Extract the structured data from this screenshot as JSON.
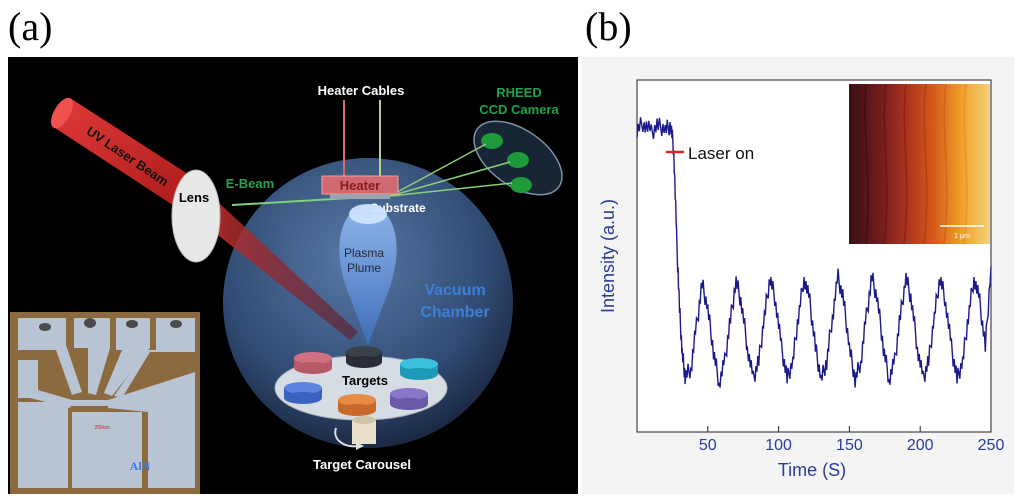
{
  "panel_a": {
    "letter": "(a)",
    "labels": {
      "heater_cables": "Heater Cables",
      "rheed_line1": "RHEED",
      "rheed_line2": "CCD Camera",
      "uv_laser_beam": "UV Laser Beam",
      "lens": "Lens",
      "e_beam": "E-Beam",
      "heater": "Heater",
      "substrate": "Substrate",
      "plasma_line1": "Plasma",
      "plasma_line2": "Plume",
      "vacuum_line1": "Vacuum",
      "vacuum_line2": "Chamber",
      "targets": "Targets",
      "target_carousel": "Target Carousel"
    },
    "inset": {
      "material_label": "AlN",
      "scale_text": "200nm"
    },
    "colors": {
      "background": "#000000",
      "chamber": "#3b5a85",
      "laser": "#d42a2a",
      "e_beam": "#2aa34a",
      "rheed_text": "#1fa34a",
      "vacuum_text": "#3d7fd6"
    }
  },
  "panel_b": {
    "letter": "(b)",
    "annotation": "Laser on",
    "inset_scale_text": "1 µm",
    "colors": {
      "line": "#1a1a8c",
      "axis_text": "#2a3c9a",
      "annotation_marker": "#e02020"
    }
  },
  "chart_data": {
    "type": "line",
    "xlabel": "Time (S)",
    "ylabel": "Intensity (a.u.)",
    "xlim": [
      0,
      250
    ],
    "x_ticks": [
      50,
      100,
      150,
      200,
      250
    ],
    "series": [
      {
        "x": [
          0,
          5,
          10,
          15,
          20,
          24,
          26,
          28,
          30,
          32,
          34,
          38,
          42,
          46,
          50,
          54,
          58,
          62,
          66,
          70,
          74,
          78,
          82,
          86,
          90,
          94,
          98,
          102,
          106,
          110,
          114,
          118,
          122,
          126,
          130,
          134,
          138,
          142,
          146,
          150,
          154,
          158,
          162,
          166,
          170,
          174,
          178,
          182,
          186,
          190,
          194,
          198,
          202,
          206,
          210,
          214,
          218,
          222,
          226,
          230,
          234,
          238,
          242,
          246,
          250
        ],
        "y": [
          0.86,
          0.88,
          0.85,
          0.87,
          0.86,
          0.87,
          0.8,
          0.55,
          0.35,
          0.22,
          0.16,
          0.18,
          0.3,
          0.42,
          0.35,
          0.23,
          0.14,
          0.2,
          0.32,
          0.43,
          0.36,
          0.24,
          0.15,
          0.2,
          0.33,
          0.44,
          0.37,
          0.24,
          0.15,
          0.2,
          0.33,
          0.44,
          0.37,
          0.24,
          0.15,
          0.2,
          0.33,
          0.44,
          0.37,
          0.24,
          0.15,
          0.2,
          0.33,
          0.44,
          0.37,
          0.24,
          0.15,
          0.2,
          0.33,
          0.44,
          0.37,
          0.24,
          0.15,
          0.2,
          0.33,
          0.44,
          0.37,
          0.24,
          0.15,
          0.2,
          0.33,
          0.44,
          0.37,
          0.24,
          0.47
        ]
      }
    ]
  }
}
